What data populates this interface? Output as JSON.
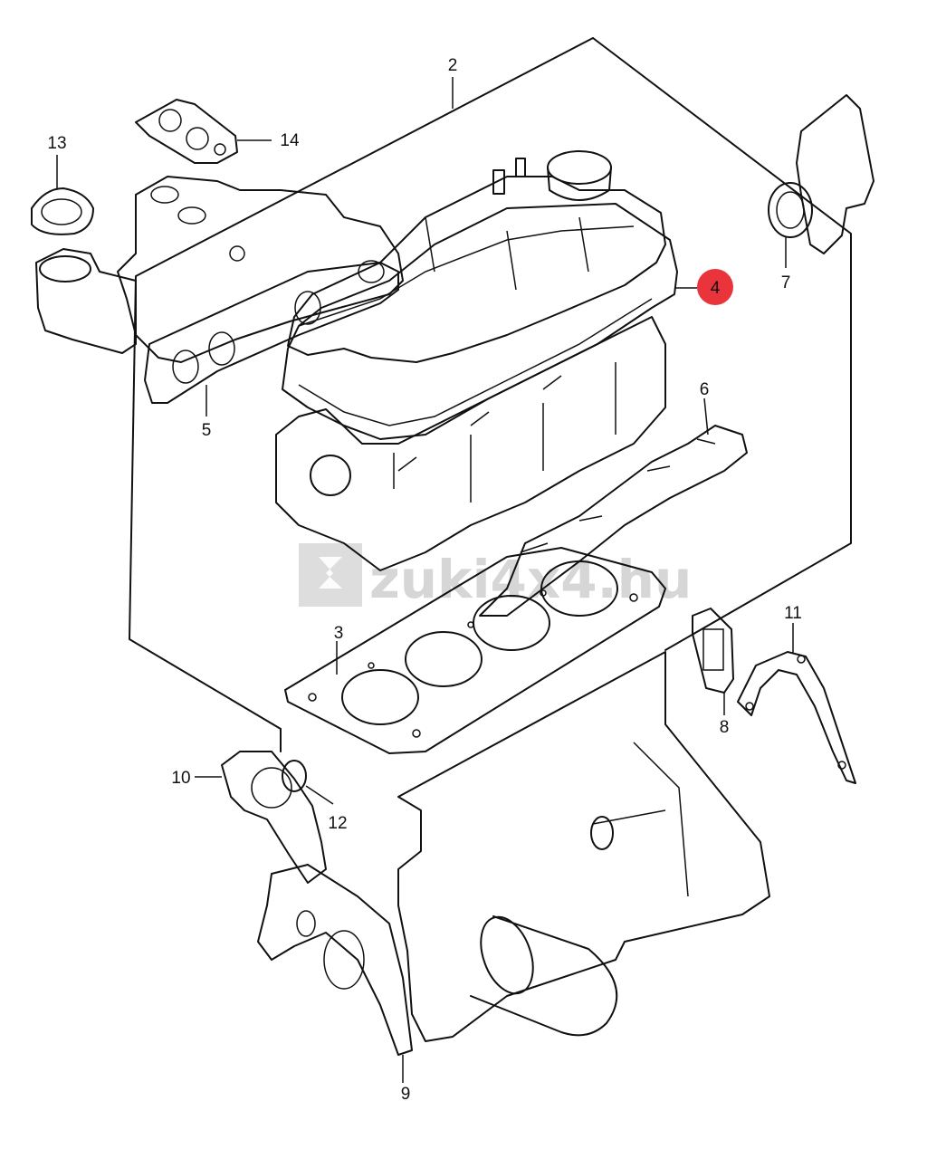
{
  "watermark": {
    "text": "zuki4x4.hu"
  },
  "highlight_color": "#e8343a",
  "parts": [
    {
      "id": "2",
      "label": "2"
    },
    {
      "id": "3",
      "label": "3"
    },
    {
      "id": "4",
      "label": "4",
      "highlighted": true
    },
    {
      "id": "5",
      "label": "5"
    },
    {
      "id": "6",
      "label": "6"
    },
    {
      "id": "7",
      "label": "7"
    },
    {
      "id": "8",
      "label": "8"
    },
    {
      "id": "9",
      "label": "9"
    },
    {
      "id": "10",
      "label": "10"
    },
    {
      "id": "11",
      "label": "11"
    },
    {
      "id": "12",
      "label": "12"
    },
    {
      "id": "13",
      "label": "13"
    },
    {
      "id": "14",
      "label": "14"
    }
  ]
}
